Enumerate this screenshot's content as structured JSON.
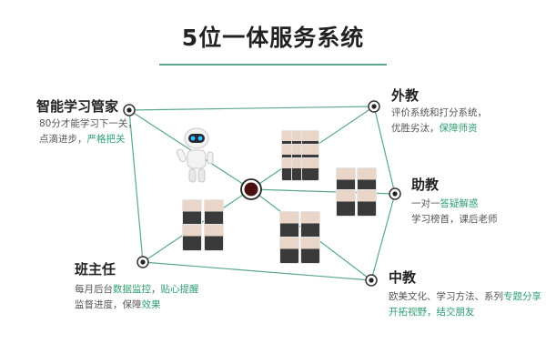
{
  "title": "5位一体服务系统",
  "colors": {
    "accent": "#2f9e72",
    "line": "#5aa88a"
  },
  "nodes": {
    "tl": {
      "title": "智能学习管家",
      "line1": "80分才能学习下一关，",
      "line2a": "点滴进步，",
      "line2b": "严格把关"
    },
    "tr": {
      "title": "外教",
      "line1": "评价系统和打分系统，",
      "line2a": "优胜劣汰，",
      "line2b": "保障师资"
    },
    "r": {
      "title": "助教",
      "line1a": "一对一",
      "line1b": "答疑解惑",
      "line2": "学习榜首，课后老师"
    },
    "bl": {
      "title": "班主任",
      "line1a": "每月后台",
      "line1b": "数据监控",
      "line1c": "，",
      "line1d": "贴心提醒",
      "line2a": "监督进度，保障",
      "line2b": "效果"
    },
    "br": {
      "title": "中教",
      "line1a": "欧美文化、学习方法、系列",
      "line1b": "专题分享",
      "line2a": "开拓视野，结交朋友"
    }
  },
  "icons": [
    "robot-icon",
    "teacher-photo"
  ]
}
